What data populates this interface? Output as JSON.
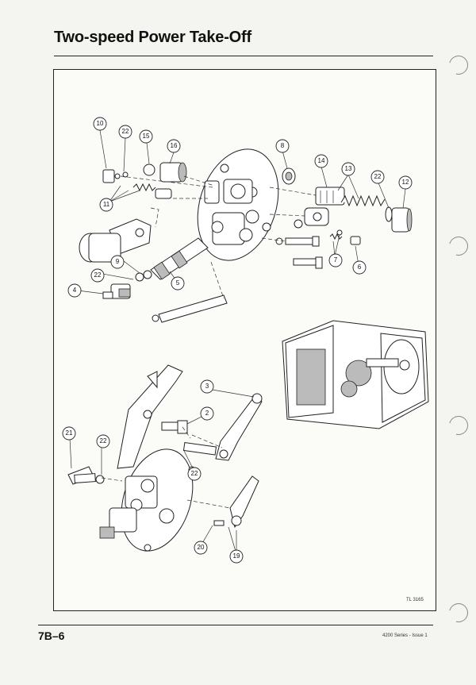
{
  "page": {
    "title": "Two-speed Power Take-Off",
    "page_number": "7B–6",
    "series": "4200 Series - Issue 1",
    "figure_ref": "TL 3165"
  },
  "callouts": [
    "10",
    "22",
    "15",
    "16",
    "8",
    "14",
    "13",
    "22",
    "12",
    "11",
    "9",
    "5",
    "7",
    "6",
    "22",
    "4",
    "3",
    "2",
    "21",
    "22",
    "22",
    "20",
    "19"
  ]
}
